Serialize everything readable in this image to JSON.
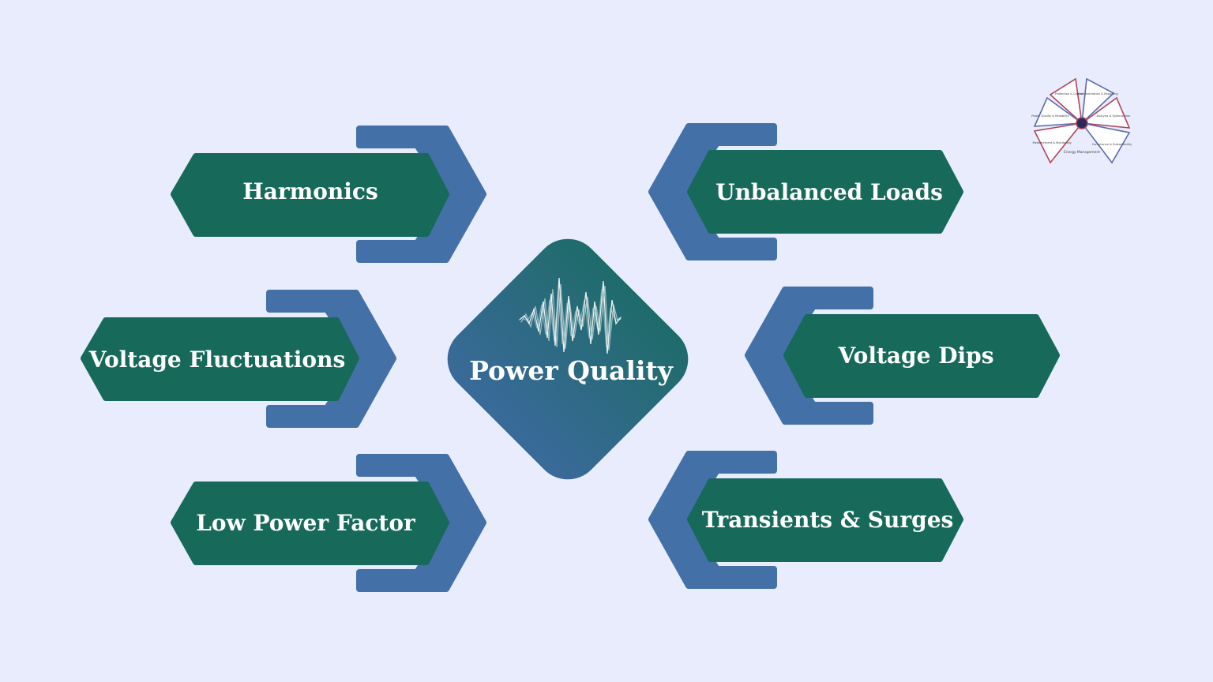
{
  "center": {
    "title": "Power Quality",
    "icon": "waveform-icon"
  },
  "issues": [
    {
      "id": "harmonics",
      "label": "Harmonics"
    },
    {
      "id": "unbalanced-loads",
      "label": "Unbalanced Loads"
    },
    {
      "id": "voltage-fluctuations",
      "label": "Voltage Fluctuations"
    },
    {
      "id": "voltage-dips",
      "label": "Voltage Dips"
    },
    {
      "id": "low-power-factor",
      "label": "Low Power Factor"
    },
    {
      "id": "transients-surges",
      "label": "Transients & Surges"
    }
  ],
  "logo": {
    "segments": [
      "Protection & Control",
      "Instrumentation & Reporting",
      "Analysis & Optimization",
      "Compliance & Sustainability",
      "Measurement & Monitoring",
      "Power Quality & Reliability"
    ],
    "center_label": "Energy Management"
  },
  "colors": {
    "background": "#e8ecfc",
    "label_fill": "#17695a",
    "chevron": "#4470a8",
    "center_top": "#1f6b6a",
    "center_bottom": "#3a6a9a"
  }
}
